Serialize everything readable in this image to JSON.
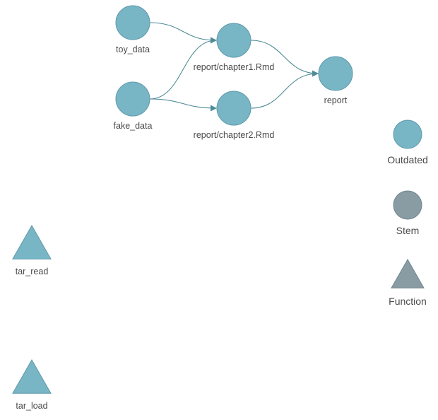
{
  "colors": {
    "outdated": "#78b6c6",
    "outdated_stroke": "#5e9aab",
    "stem": "#899ba3",
    "stem_stroke": "#728790",
    "edge": "#4e8b96",
    "text": "#4a4a4a"
  },
  "nodes": [
    {
      "id": "toy_data",
      "label": "toy_data",
      "shape": "circle",
      "status": "outdated"
    },
    {
      "id": "fake_data",
      "label": "fake_data",
      "shape": "circle",
      "status": "outdated"
    },
    {
      "id": "chapter1",
      "label": "report/chapter1.Rmd",
      "shape": "circle",
      "status": "outdated"
    },
    {
      "id": "chapter2",
      "label": "report/chapter2.Rmd",
      "shape": "circle",
      "status": "outdated"
    },
    {
      "id": "report",
      "label": "report",
      "shape": "circle",
      "status": "outdated"
    },
    {
      "id": "tar_read",
      "label": "tar_read",
      "shape": "triangle",
      "status": "outdated"
    },
    {
      "id": "tar_load",
      "label": "tar_load",
      "shape": "triangle",
      "status": "outdated"
    }
  ],
  "edges": [
    {
      "from": "toy_data",
      "to": "chapter1"
    },
    {
      "from": "fake_data",
      "to": "chapter1"
    },
    {
      "from": "fake_data",
      "to": "chapter2"
    },
    {
      "from": "chapter1",
      "to": "report"
    },
    {
      "from": "chapter2",
      "to": "report"
    }
  ],
  "legend": [
    {
      "label": "Outdated",
      "shape": "circle",
      "color": "#78b6c6"
    },
    {
      "label": "Stem",
      "shape": "circle",
      "color": "#899ba3"
    },
    {
      "label": "Function",
      "shape": "triangle",
      "color": "#899ba3"
    }
  ]
}
